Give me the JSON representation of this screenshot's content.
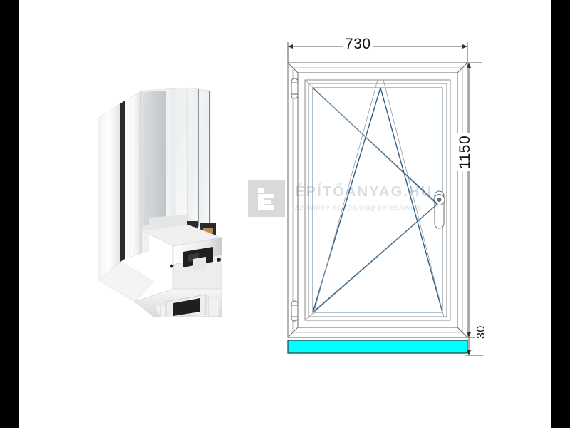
{
  "image": {
    "kind": "product-photo-with-technical-drawing",
    "subject": "PVC tilt-turn window",
    "background_color": "#ffffff",
    "letterbox_color": "#000000"
  },
  "watermark": {
    "logo_name": "epitoanyag-logo",
    "logo_letter": "É",
    "logo_background": "#d9d9d9",
    "title": "ÉPÍTŐANYAG.HU",
    "subtitle": "az online építőanyag kereskedés",
    "text_color": "#d6dde3"
  },
  "profile_photo": {
    "alt": "PVC window profile cross-section with triple glazing",
    "frame_color": "#ffffff"
  },
  "drawing": {
    "dimensions": {
      "width": "730",
      "height": "1150",
      "sill": "30"
    },
    "opening_type": "tilt-turn",
    "hinge_side": "left",
    "handle_side": "right",
    "line_color": "#6a6a6a",
    "symbol_color": "#2c5f8d",
    "sill_color": "#00ffff",
    "sill_border_color": "#333333"
  }
}
